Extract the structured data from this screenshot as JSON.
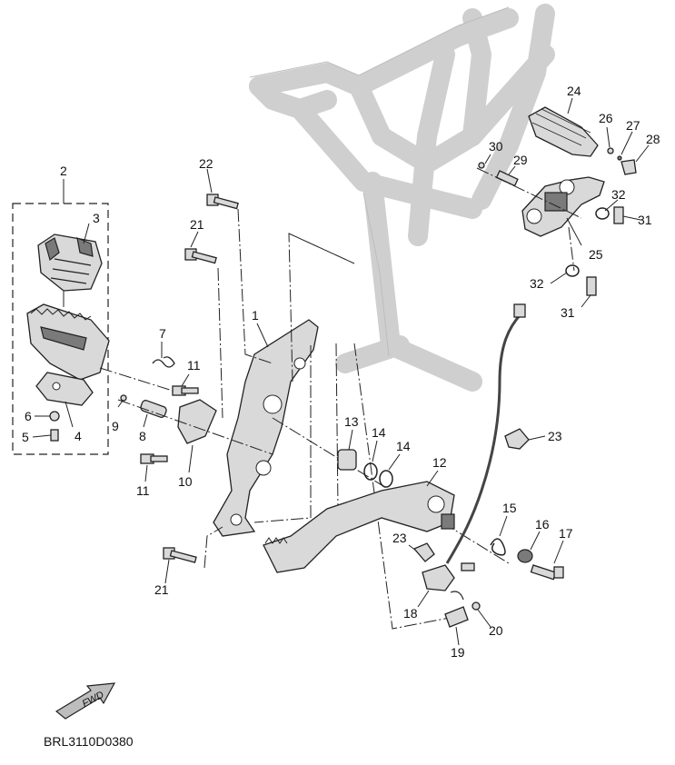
{
  "diagram": {
    "code": "BRL3110D0380",
    "fwd_label": "FWD",
    "callouts": [
      {
        "id": "c1",
        "label": "1"
      },
      {
        "id": "c2",
        "label": "2"
      },
      {
        "id": "c3",
        "label": "3"
      },
      {
        "id": "c4",
        "label": "4"
      },
      {
        "id": "c5",
        "label": "5"
      },
      {
        "id": "c6",
        "label": "6"
      },
      {
        "id": "c7",
        "label": "7"
      },
      {
        "id": "c8",
        "label": "8"
      },
      {
        "id": "c9",
        "label": "9"
      },
      {
        "id": "c10",
        "label": "10"
      },
      {
        "id": "c11a",
        "label": "11"
      },
      {
        "id": "c11b",
        "label": "11"
      },
      {
        "id": "c12",
        "label": "12"
      },
      {
        "id": "c13",
        "label": "13"
      },
      {
        "id": "c14a",
        "label": "14"
      },
      {
        "id": "c14b",
        "label": "14"
      },
      {
        "id": "c15",
        "label": "15"
      },
      {
        "id": "c16",
        "label": "16"
      },
      {
        "id": "c17",
        "label": "17"
      },
      {
        "id": "c18",
        "label": "18"
      },
      {
        "id": "c19",
        "label": "19"
      },
      {
        "id": "c20",
        "label": "20"
      },
      {
        "id": "c21a",
        "label": "21"
      },
      {
        "id": "c21b",
        "label": "21"
      },
      {
        "id": "c22",
        "label": "22"
      },
      {
        "id": "c23a",
        "label": "23"
      },
      {
        "id": "c23b",
        "label": "23"
      },
      {
        "id": "c24",
        "label": "24"
      },
      {
        "id": "c25",
        "label": "25"
      },
      {
        "id": "c26",
        "label": "26"
      },
      {
        "id": "c27",
        "label": "27"
      },
      {
        "id": "c28",
        "label": "28"
      },
      {
        "id": "c29",
        "label": "29"
      },
      {
        "id": "c30",
        "label": "30"
      },
      {
        "id": "c31a",
        "label": "31"
      },
      {
        "id": "c31b",
        "label": "31"
      },
      {
        "id": "c32a",
        "label": "32"
      },
      {
        "id": "c32b",
        "label": "32"
      }
    ]
  }
}
